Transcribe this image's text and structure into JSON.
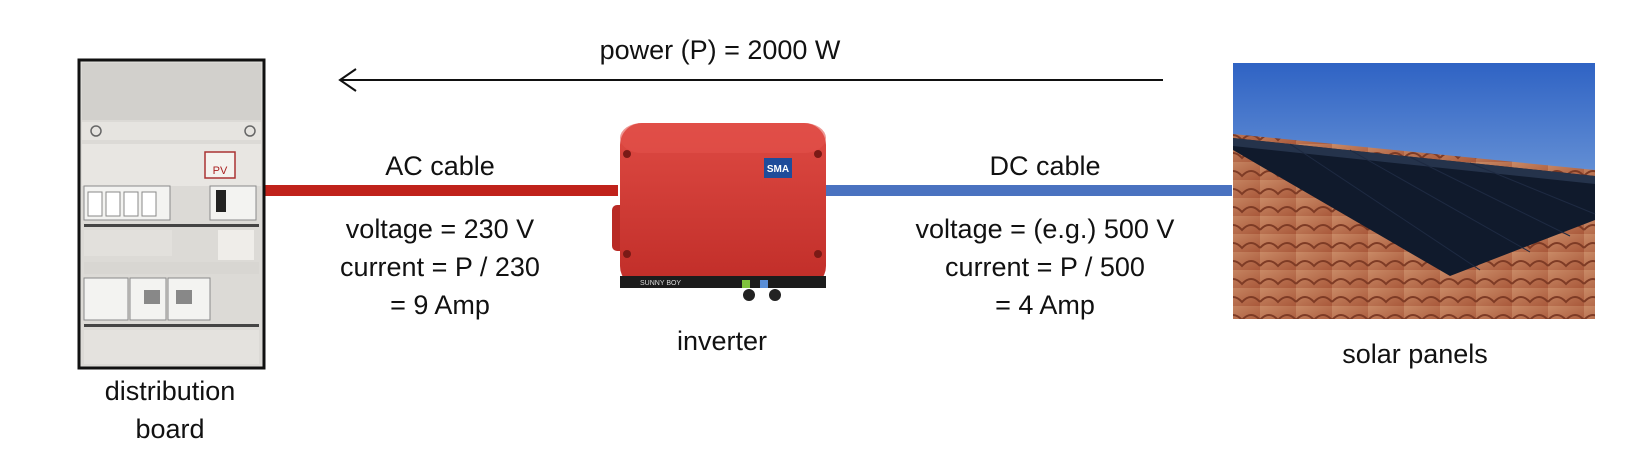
{
  "flow": {
    "power_label": "power (P) = 2000 W"
  },
  "ac": {
    "title": "AC cable",
    "lines": [
      "voltage = 230 V",
      "current = P / 230",
      "= 9 Amp"
    ],
    "color": "#c0221b"
  },
  "dc": {
    "title": "DC cable",
    "lines": [
      "voltage = (e.g.) 500 V",
      "current = P / 500",
      "= 4 Amp"
    ],
    "color": "#4a72c0"
  },
  "inverter": {
    "label": "inverter",
    "brand": "SMA",
    "model": "SUNNY BOY",
    "color": "#d63b35"
  },
  "board": {
    "label_line1": "distribution",
    "label_line2": "board",
    "pv_tag": "PV"
  },
  "panels": {
    "label": "solar panels"
  }
}
